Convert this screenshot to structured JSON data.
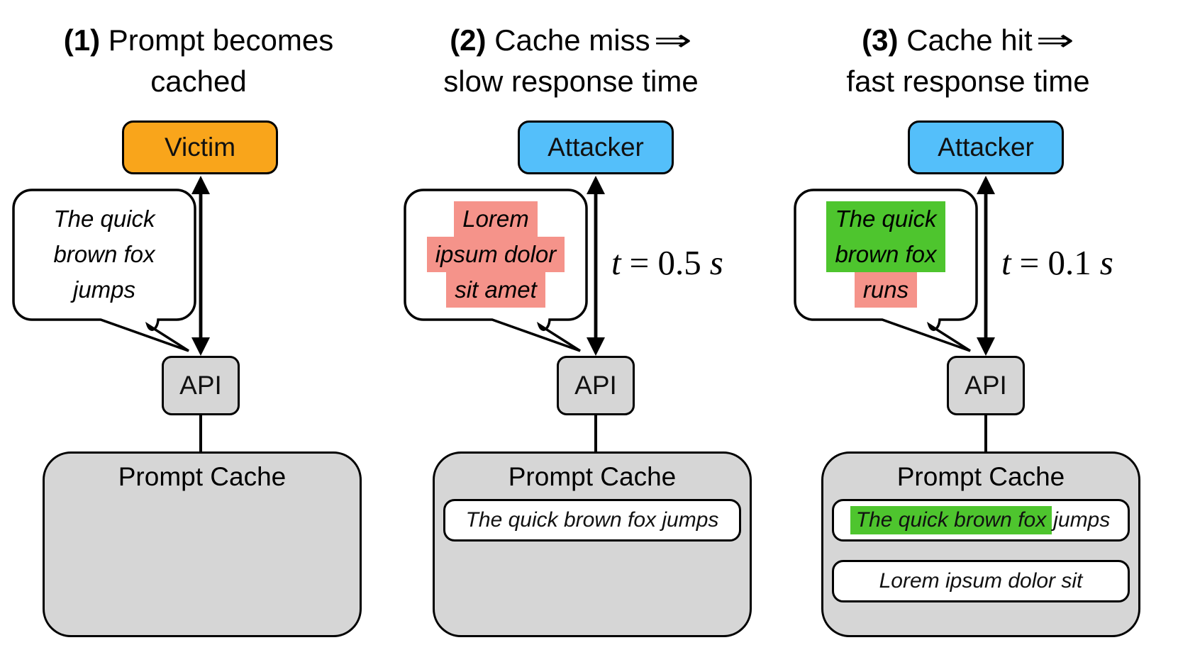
{
  "figure": "prompt-cache-timing-attack-diagram",
  "colors": {
    "victim_fill": "#F9A51B",
    "attacker_fill": "#54BFFA",
    "cache_fill": "#D6D6D6",
    "highlight_red": "#F5938A",
    "highlight_green": "#4EC52E",
    "outline": "#000000",
    "background": "#FFFFFF"
  },
  "panels": [
    {
      "badge": "(1)",
      "title_line1": "Prompt becomes",
      "title_arrow": "",
      "title_line2": "cached",
      "actor_label": "Victim",
      "bubble_lines": [
        {
          "text": "The quick",
          "highlight": "none"
        },
        {
          "text": "brown fox",
          "highlight": "none"
        },
        {
          "text": "jumps",
          "highlight": "none"
        }
      ],
      "api_label": "API",
      "cache_title": "Prompt Cache",
      "cache_items": []
    },
    {
      "badge": "(2)",
      "title_line1": "Cache miss",
      "title_arrow": "⇒",
      "title_line2": "slow response time",
      "actor_label": "Attacker",
      "bubble_lines": [
        {
          "text": "Lorem",
          "highlight": "red"
        },
        {
          "text": "ipsum dolor",
          "highlight": "red"
        },
        {
          "text": "sit amet",
          "highlight": "red"
        }
      ],
      "timing": {
        "variable": "t",
        "relation": "= 0.5",
        "unit": "s"
      },
      "api_label": "API",
      "cache_title": "Prompt Cache",
      "cache_items": [
        {
          "segments": [
            {
              "text": "The quick brown fox jumps",
              "highlight": "none"
            }
          ]
        }
      ]
    },
    {
      "badge": "(3)",
      "title_line1": "Cache hit",
      "title_arrow": "⇒",
      "title_line2": "fast response time",
      "actor_label": "Attacker",
      "bubble_lines": [
        {
          "text": "The quick",
          "highlight": "green"
        },
        {
          "text": "brown fox",
          "highlight": "green"
        },
        {
          "text": "runs",
          "highlight": "red"
        }
      ],
      "timing": {
        "variable": "t",
        "relation": "= 0.1",
        "unit": "s"
      },
      "api_label": "API",
      "cache_title": "Prompt Cache",
      "cache_items": [
        {
          "segments": [
            {
              "text": "The quick brown fox ",
              "highlight": "green"
            },
            {
              "text": "jumps",
              "highlight": "none"
            }
          ]
        },
        {
          "segments": [
            {
              "text": "Lorem ipsum dolor sit",
              "highlight": "none"
            }
          ]
        }
      ]
    }
  ]
}
